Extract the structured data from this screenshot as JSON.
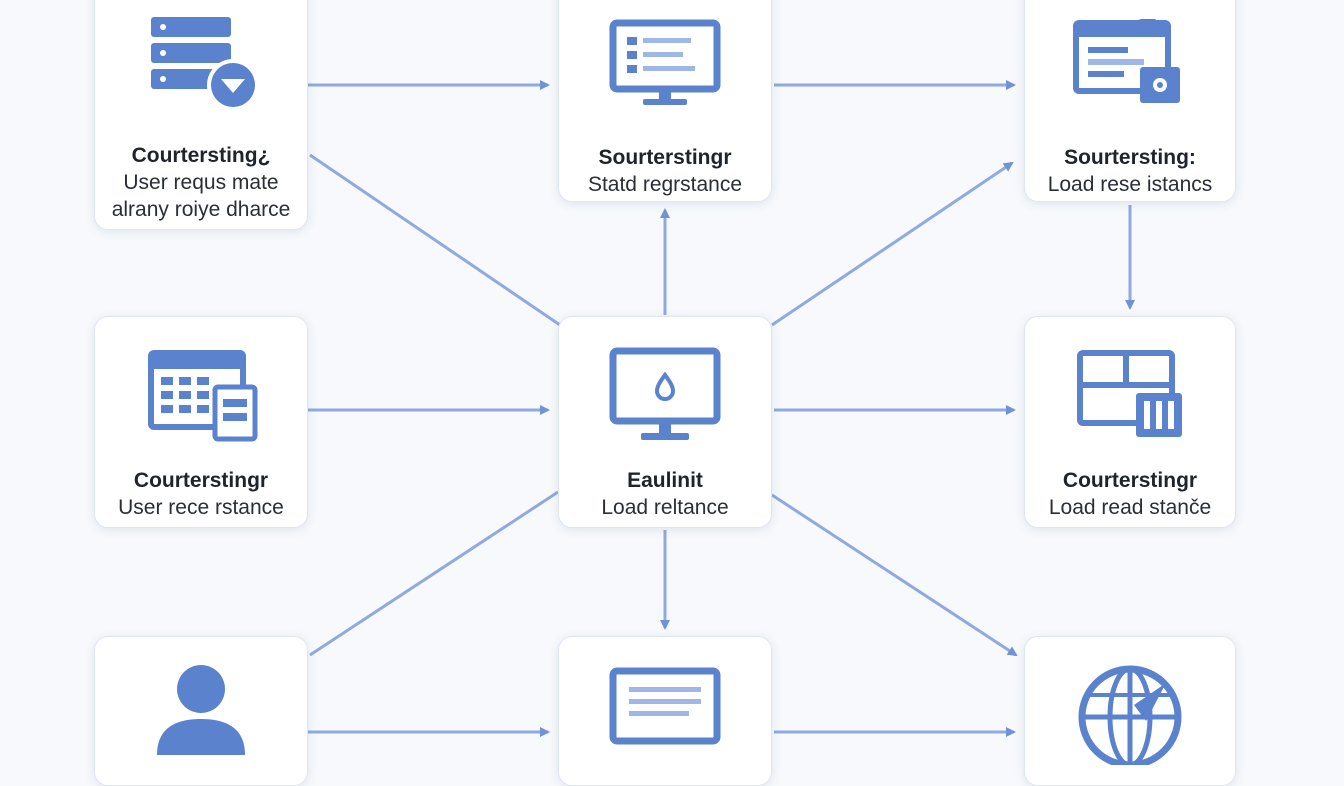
{
  "diagram": {
    "colors": {
      "accent": "#5b82cc",
      "edge": "#7d9ed8",
      "card": "#ffffff"
    },
    "nodes": [
      {
        "id": "n1",
        "icon": "server-shield-icon",
        "title": "Courtersting¿",
        "lines": [
          "User requs mate",
          "alrany roiye dharce"
        ]
      },
      {
        "id": "n2",
        "icon": "monitor-list-icon",
        "title": "Sourterstingr",
        "lines": [
          "Statd regrstance"
        ]
      },
      {
        "id": "n3",
        "icon": "browser-window-icon",
        "title": "Sourtersting:",
        "lines": [
          "Load rese istancs"
        ]
      },
      {
        "id": "n4",
        "icon": "spreadsheet-icon",
        "title": "Courterstingr",
        "lines": [
          "User rece rstance"
        ]
      },
      {
        "id": "n5",
        "icon": "monitor-drop-icon",
        "title": "Eaulinit",
        "lines": [
          "Load reltance"
        ]
      },
      {
        "id": "n6",
        "icon": "layout-grid-icon",
        "title": "Courterstingr",
        "lines": [
          "Load read stanče"
        ]
      },
      {
        "id": "n7",
        "icon": "user-icon",
        "title": "",
        "lines": []
      },
      {
        "id": "n8",
        "icon": "document-monitor-icon",
        "title": "",
        "lines": []
      },
      {
        "id": "n9",
        "icon": "globe-icon",
        "title": "",
        "lines": []
      }
    ],
    "edges": [
      {
        "from": "n1",
        "to": "n2"
      },
      {
        "from": "n2",
        "to": "n3"
      },
      {
        "from": "n3",
        "to": "n6"
      },
      {
        "from": "n4",
        "to": "n5"
      },
      {
        "from": "n5",
        "to": "n6"
      },
      {
        "from": "n5",
        "to": "n2"
      },
      {
        "from": "n5",
        "to": "n3"
      },
      {
        "from": "n1",
        "to": "n5"
      },
      {
        "from": "n5",
        "to": "n8"
      },
      {
        "from": "n7",
        "to": "n5"
      },
      {
        "from": "n5",
        "to": "n9"
      },
      {
        "from": "n7",
        "to": "n8"
      },
      {
        "from": "n8",
        "to": "n9"
      }
    ]
  }
}
